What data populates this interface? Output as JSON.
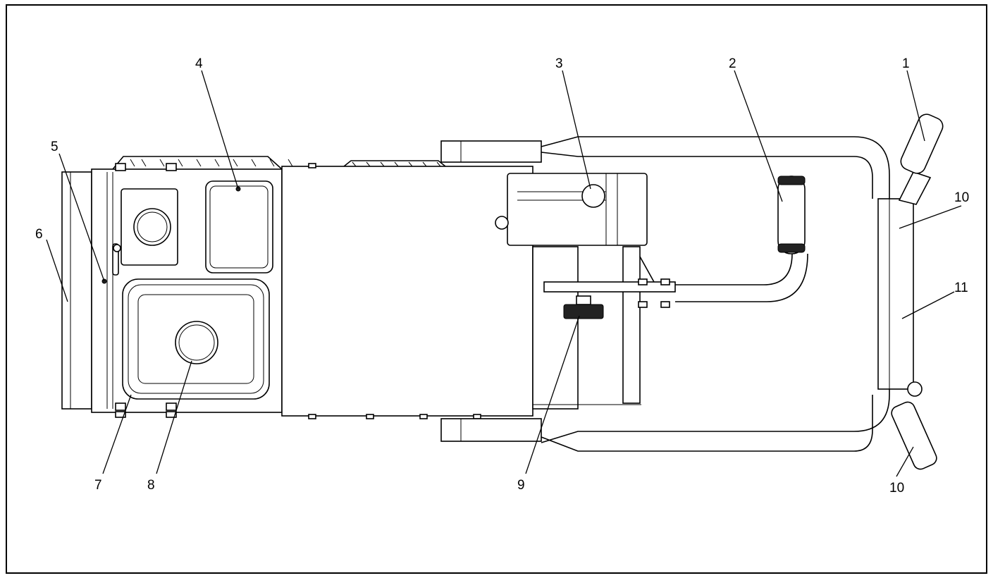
{
  "callouts": [
    {
      "id": "1",
      "label": "1"
    },
    {
      "id": "2",
      "label": "2"
    },
    {
      "id": "3",
      "label": "3"
    },
    {
      "id": "4",
      "label": "4"
    },
    {
      "id": "5",
      "label": "5"
    },
    {
      "id": "6",
      "label": "6"
    },
    {
      "id": "7",
      "label": "7"
    },
    {
      "id": "8",
      "label": "8"
    },
    {
      "id": "9",
      "label": "9"
    },
    {
      "id": "10a",
      "label": "10"
    },
    {
      "id": "10b",
      "label": "10"
    },
    {
      "id": "11",
      "label": "11"
    }
  ],
  "colors": {
    "line": "#000000",
    "background": "#ffffff",
    "knurl": "#222222"
  }
}
